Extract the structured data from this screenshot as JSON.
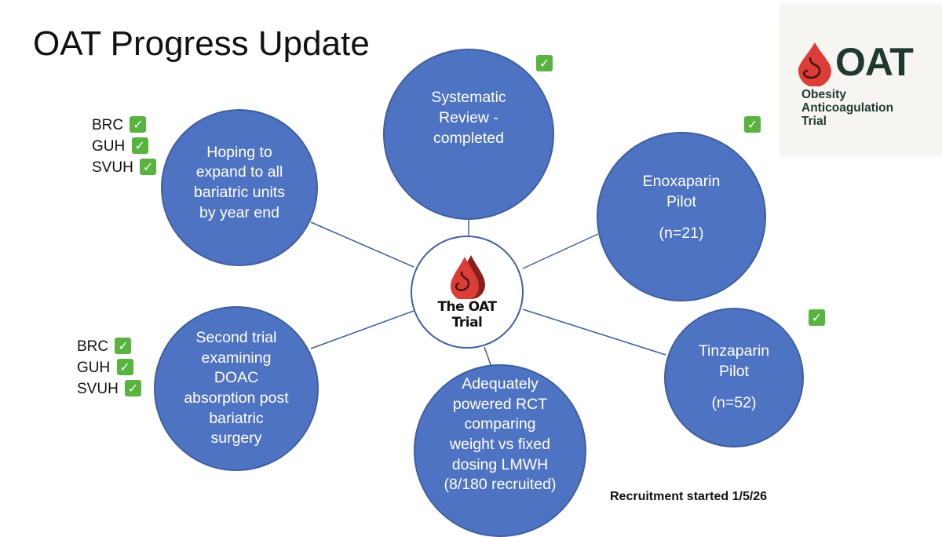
{
  "slide": {
    "title": "OAT Progress Update",
    "center": {
      "line1": "The OAT",
      "line2": "Trial"
    },
    "bubbles": {
      "systematic_review": {
        "lines": [
          "Systematic",
          "Review -",
          "completed"
        ]
      },
      "enoxaparin": {
        "lines": [
          "Enoxaparin",
          "Pilot"
        ],
        "note": "(n=21)"
      },
      "tinzaparin": {
        "lines": [
          "Tinzaparin",
          "Pilot"
        ],
        "note": "(n=52)"
      },
      "rct": {
        "lines": [
          "Adequately",
          "powered RCT",
          "comparing",
          "weight vs fixed",
          "dosing LMWH",
          "(8/180 recruited)"
        ]
      },
      "second_trial": {
        "lines": [
          "Second trial",
          "examining",
          "DOAC",
          "absorption post",
          "bariatric",
          "surgery"
        ]
      },
      "expand": {
        "lines": [
          "Hoping to",
          "expand to all",
          "bariatric units",
          "by year end"
        ]
      }
    },
    "sites_top": [
      "BRC",
      "GUH",
      "SVUH"
    ],
    "sites_bottom": [
      "BRC",
      "GUH",
      "SVUH"
    ],
    "check_icon": "✓",
    "footer": "Recruitment started 1/5/26",
    "colors": {
      "bubble_fill": "#4f73c3",
      "bubble_border": "#3f5f9f",
      "check": "#58b33f",
      "logo_drop": "#dc3d37",
      "logo_text": "#1e3a2f"
    }
  },
  "logo": {
    "wordmark": "OAT",
    "subtitle": [
      "Obesity",
      "Anticoagulation",
      "Trial"
    ]
  }
}
